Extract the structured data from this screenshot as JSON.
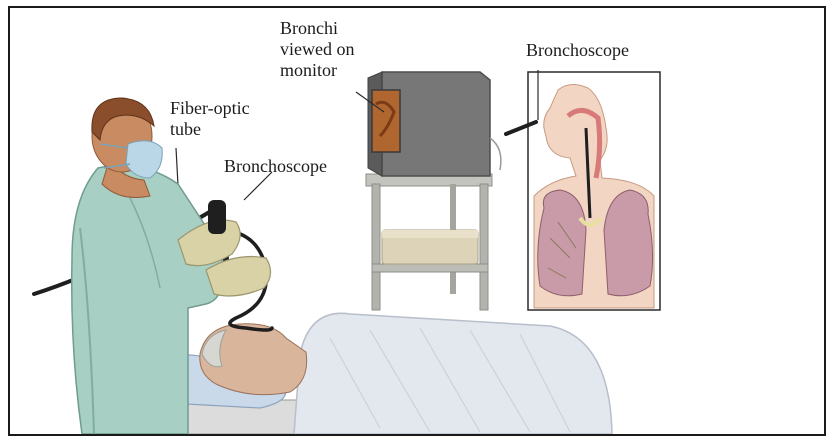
{
  "labels": {
    "fiber_optic_tube": "Fiber-optic\ntube",
    "bronchoscope_patient": "Bronchoscope",
    "monitor": "Bronchi\nviewed on\nmonitor",
    "bronchoscope_inset": "Bronchoscope"
  },
  "colors": {
    "gown": "#a7cfc3",
    "gown_shadow": "#7fae9f",
    "glove": "#d8d2a6",
    "skin_doctor": "#c98b62",
    "hair_doctor": "#8a4e2c",
    "mask": "#b9d7e6",
    "monitor_case": "#6f6f6f",
    "monitor_screen": "#b0662f",
    "cart_frame": "#b3b3ae",
    "sheet": "#e3e7ee",
    "pillow": "#c9d9ea",
    "lung": "#c99aa8",
    "inset_body": "#f2d5c2",
    "scope_black": "#1f1f1f"
  }
}
